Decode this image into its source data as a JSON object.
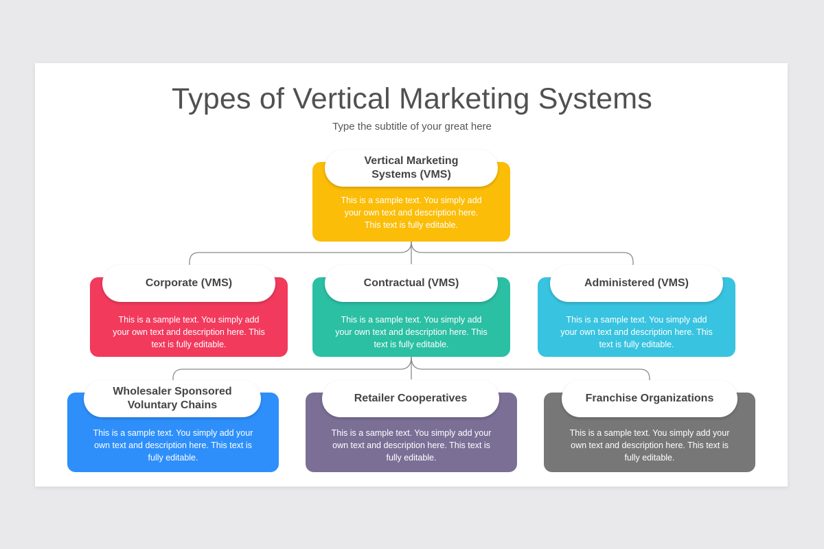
{
  "title": "Types of Vertical Marketing Systems",
  "subtitle": "Type the subtitle of your great here",
  "colors": {
    "background": "#e9e8ea",
    "connector": "#8a8a8a",
    "yellow": "#fbbd08",
    "red": "#f23a5d",
    "teal": "#2bbfa3",
    "cyan": "#38c3e0",
    "blue": "#2e8ffa",
    "purple": "#7b6f96",
    "gray": "#777777"
  },
  "nodes": {
    "root": {
      "title_line1": "Vertical Marketing",
      "title_line2": "Systems (VMS)",
      "desc_line1": "This is a sample text. You simply add",
      "desc_line2": "your own text and description here.",
      "desc_line3": "This text is fully editable."
    },
    "corporate": {
      "title": "Corporate (VMS)",
      "desc_line1": "This is a sample text. You simply add",
      "desc_line2": "your own text and description here. This",
      "desc_line3": "text is fully editable."
    },
    "contractual": {
      "title": "Contractual (VMS)",
      "desc_line1": "This is a sample text. You simply add",
      "desc_line2": "your own text and description here. This",
      "desc_line3": "text is fully editable."
    },
    "administered": {
      "title": "Administered (VMS)",
      "desc_line1": "This is a sample text. You simply add",
      "desc_line2": "your own text and description here. This",
      "desc_line3": "text is fully editable."
    },
    "wholesaler": {
      "title_line1": "Wholesaler Sponsored",
      "title_line2": "Voluntary Chains",
      "desc_line1": "This is a sample text. You simply add your",
      "desc_line2": "own text and description here. This text is",
      "desc_line3": "fully editable."
    },
    "retailer": {
      "title": "Retailer Cooperatives",
      "desc_line1": "This is a sample text. You simply add your",
      "desc_line2": "own text and description here. This text is",
      "desc_line3": "fully editable."
    },
    "franchise": {
      "title": "Franchise Organizations",
      "desc_line1": "This is a sample text. You simply add your",
      "desc_line2": "own text and description here. This text is",
      "desc_line3": "fully editable."
    }
  }
}
